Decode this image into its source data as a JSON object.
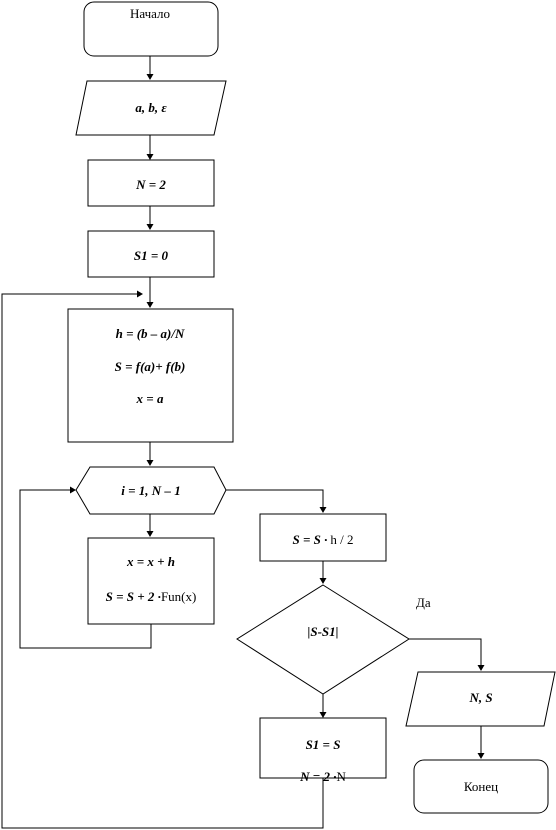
{
  "start": {
    "text": "Начало"
  },
  "input": {
    "text": "a, b, ε"
  },
  "init_n": {
    "text": "N = 2"
  },
  "init_s1": {
    "text": "S1 = 0"
  },
  "compute": {
    "line1": "h = (b – a)/N",
    "line2": "S = f(a)+ f(b)",
    "line3": "x = a"
  },
  "loop": {
    "text": "i = 1, N – 1"
  },
  "loop_body": {
    "line1": "x = x + h",
    "line2_lhs": "S = S + 2 ·",
    "line2_rhs": "Fun(x)"
  },
  "scale": {
    "lhs": "S = S ·",
    "rhs": "h / 2"
  },
  "decision": {
    "text": "|S-S1|",
    "yes_label": "Да"
  },
  "output": {
    "text": "N, S"
  },
  "update": {
    "line1": "S1 = S",
    "line2_lhs": "N = 2 ·",
    "line2_rhs": "N"
  },
  "end": {
    "text": "Конец"
  }
}
